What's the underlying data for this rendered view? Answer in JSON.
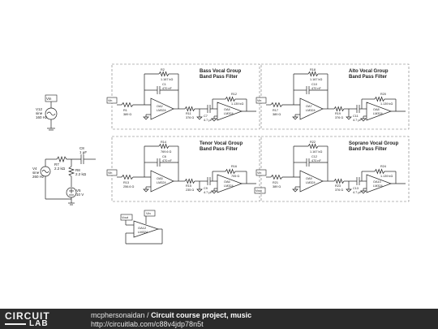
{
  "blocks": [
    {
      "title1": "Bass Vocal Group",
      "title2": "Band Pass Filter",
      "rf": "R2",
      "rf_val": "1.167 kΩ",
      "cf": "C1",
      "cf_val": "470 nF",
      "r_in": "R1",
      "r_in_val": "389 Ω",
      "oa1": "OA2",
      "oa1_model": "LM324",
      "r_mid": "R11",
      "r_mid_val": "376 Ω",
      "c_mid": "C7",
      "c_mid_val": "4.7 µF",
      "r_fb2": "R12",
      "r_fb2_val": "1.139 kΩ",
      "oa2": "OA4",
      "oa2_model": "LM324",
      "in_tag": "Vin",
      "out_tag": ""
    },
    {
      "title1": "Alto Vocal Group",
      "title2": "Band Pass Filter",
      "rf": "R18",
      "rf_val": "1.167 kΩ",
      "cf": "C10",
      "cf_val": "470 nF",
      "r_in": "R17",
      "r_in_val": "389 Ω",
      "oa1": "OA7",
      "oa1_model": "LM324",
      "r_mid": "R19",
      "r_mid_val": "376 Ω",
      "c_mid": "C11",
      "c_mid_val": "4.7 µF",
      "r_fb2": "R20",
      "r_fb2_val": "1.139 kΩ",
      "oa2": "OA8",
      "oa2_model": "LM324",
      "in_tag": "Vin",
      "out_tag": ""
    },
    {
      "title1": "Tenor Vocal Group",
      "title2": "Band Pass Filter",
      "rf": "R14",
      "rf_val": "769.6 Ω",
      "cf": "C6",
      "cf_val": "470 nF",
      "r_in": "R13",
      "r_in_val": "256.6 Ω",
      "oa1": "OA5",
      "oa1_model": "LM324",
      "r_mid": "R15",
      "r_mid_val": "235 Ω",
      "c_mid": "C9",
      "c_mid_val": "4.7 µF",
      "r_fb2": "R16",
      "r_fb2_val": "705 Ω",
      "oa2": "OA6",
      "oa2_model": "LM324",
      "in_tag": "Vin",
      "out_tag": "Vout"
    },
    {
      "title1": "Soprano Vocal Group",
      "title2": "Band Pass Filter",
      "rf": "R22",
      "rf_val": "1.167 kΩ",
      "cf": "C12",
      "cf_val": "470 nF",
      "r_in": "R21",
      "r_in_val": "389 Ω",
      "oa1": "OA9",
      "oa1_model": "LM324",
      "r_mid": "R23",
      "r_mid_val": "376 Ω",
      "c_mid": "C13",
      "c_mid_val": "4.7 µF",
      "r_fb2": "R24",
      "r_fb2_val": "1.139 kΩ",
      "oa2": "OA10",
      "oa2_model": "LM324",
      "in_tag": "Vin",
      "out_tag": ""
    }
  ],
  "source1": {
    "name": "V12",
    "type": "sine",
    "value": "160 Hz",
    "tag": "Vin"
  },
  "source2": {
    "name": "V4",
    "type": "sine",
    "value": "260 Hz"
  },
  "source3": {
    "name": "V5",
    "value": "10 V"
  },
  "r7": {
    "name": "R7",
    "value": "2.2 kΩ"
  },
  "r8": {
    "name": "R8",
    "value": "2.2 kΩ"
  },
  "c8": {
    "name": "C8",
    "value": "1 µF"
  },
  "buffer": {
    "name": "OA12",
    "model": "LM324",
    "tag_in": "Vout",
    "tag_out": "Vin"
  },
  "footer": {
    "author": "mcphersonaidan",
    "separator": " / ",
    "title": "Circuit course project, music",
    "url": "http://circuitlab.com/c88v4jdp78n5t",
    "logo_top": "CIRCUIT",
    "logo_bottom": "LAB"
  }
}
